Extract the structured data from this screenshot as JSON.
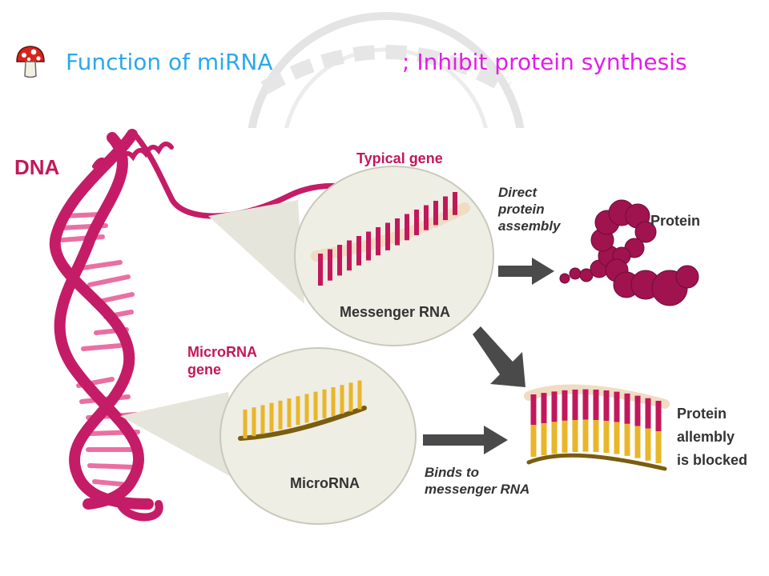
{
  "colors": {
    "title_main": "#29a9ea",
    "title_sub": "#e21ee6",
    "dna": "#c51c67",
    "dna_light": "#ea6fa3",
    "label_pink": "#c2185b",
    "label_dark": "#333333",
    "protein": "#a0134f",
    "microrna": "#e9b62a",
    "bubble": "#eeeee4",
    "arrow": "#4a4a4a"
  },
  "icons": {
    "title_bullet": "mushroom-icon"
  },
  "title": {
    "main": "Function of miRNA",
    "sub": "; Inhibit protein synthesis"
  },
  "labels": {
    "dna": "DNA",
    "typical_gene": "Typical gene",
    "direct_protein_assembly": [
      "Direct",
      "protein",
      "assembly"
    ],
    "protein": "Protein",
    "messenger_rna": "Messenger RNA",
    "microrna_gene": [
      "MicroRNA",
      "gene"
    ],
    "microrna": "MicroRNA",
    "binds_to": [
      "Binds to",
      "messenger RNA"
    ],
    "protein_blocked": [
      "Protein",
      "allembly",
      "is blocked"
    ]
  }
}
